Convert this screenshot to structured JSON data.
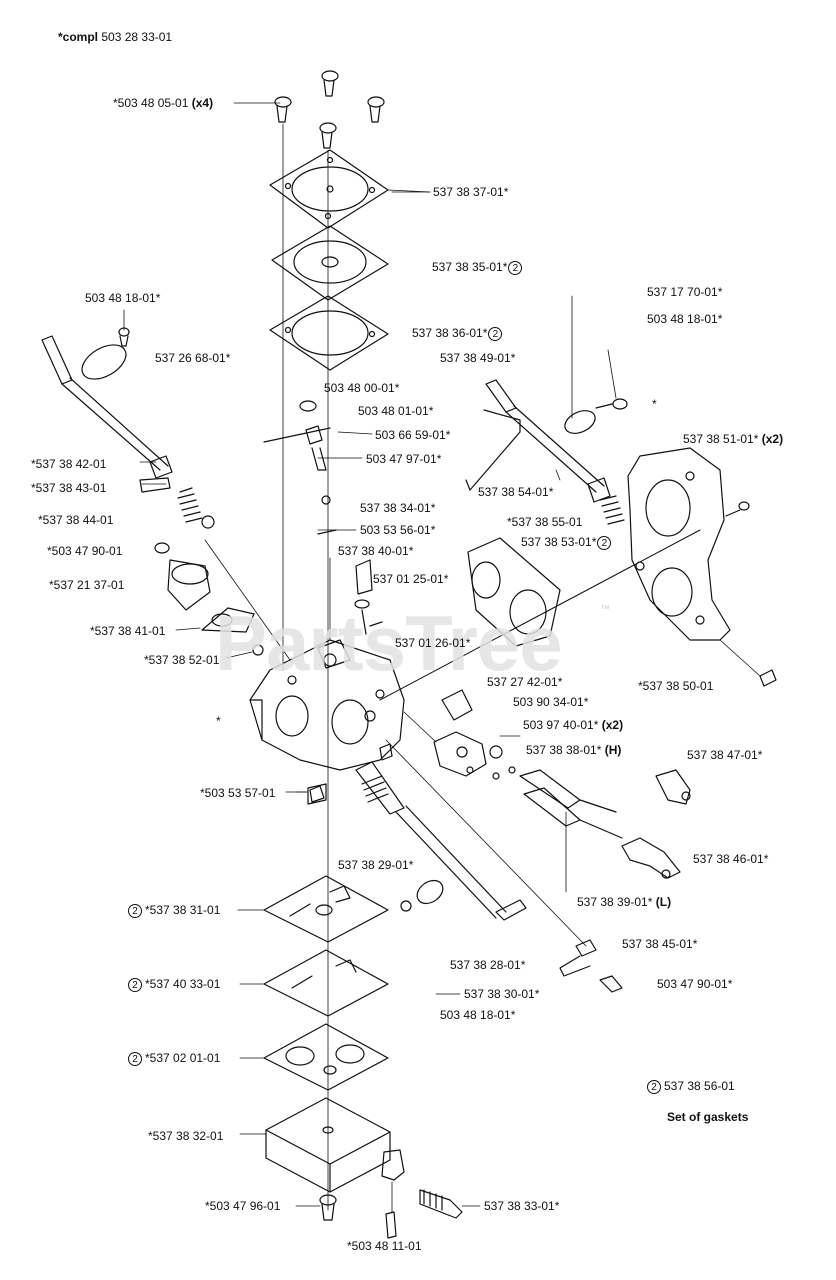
{
  "title": {
    "prefix": "*compl",
    "number": "503 28 33-01"
  },
  "watermark": "PartsTree",
  "watermark_tm": "™",
  "circle_marker": "2",
  "labels": {
    "l01": "*503 48 05-01",
    "l01_qty": "(x4)",
    "l02": "537 38 37-01*",
    "l03": "537 38 35-01*",
    "l04": "537 17 70-01*",
    "l05": "503 48 18-01*",
    "l06": "503 48 18-01*",
    "l07": "537 38 36-01*",
    "l08": "537 26 68-01*",
    "l09": "537 38 49-01*",
    "l10": "503 48 00-01*",
    "l11": "503 48 01-01*",
    "l12": "503 66 59-01*",
    "l13": "503 47 97-01*",
    "l14": "537 38 51-01*",
    "l14_qty": "(x2)",
    "l15": "*537 38 42-01",
    "l16": "*537 38 43-01",
    "l17": "537 38 54-01*",
    "l18": "*537 38 44-01",
    "l19": "537 38 34-01*",
    "l20": "*537 38 55-01",
    "l21": "503 53 56-01*",
    "l22": "537 38 53-01*",
    "l23": "*503 47 90-01",
    "l24": "537 38 40-01*",
    "l25": "*537 21 37-01",
    "l26": "537 01 25-01*",
    "l27": "*537 38 41-01",
    "l28": "537 01 26-01*",
    "l29": "*537 38 52-01",
    "l30": "537 27 42-01*",
    "l31": "*537 38 50-01",
    "l32": "503 90 34-01*",
    "l33": "503 97 40-01*",
    "l33_qty": "(x2)",
    "l34": "537 38 38-01*",
    "l34_suffix": "(H)",
    "l35": "537 38 47-01*",
    "l36": "*503 53 57-01",
    "l37": "537 38 46-01*",
    "l38": "537 38 29-01*",
    "l39": "537 38 39-01*",
    "l39_suffix": "(L)",
    "l40": "*537 38 31-01",
    "l41": "537 38 45-01*",
    "l42": "*537 40 33-01",
    "l43": "537 38 28-01*",
    "l44": "503 47 90-01*",
    "l45": "537 38 30-01*",
    "l46": "503 48 18-01*",
    "l47": "*537 02 01-01",
    "l48": "537 38 56-01",
    "l49": "Set of gaskets",
    "l50": "*537 38 32-01",
    "l51": "*503 47 96-01",
    "l52": "537 38 33-01*",
    "l53": "*503 48 11-01",
    "star_a": "*",
    "star_b": "*"
  }
}
